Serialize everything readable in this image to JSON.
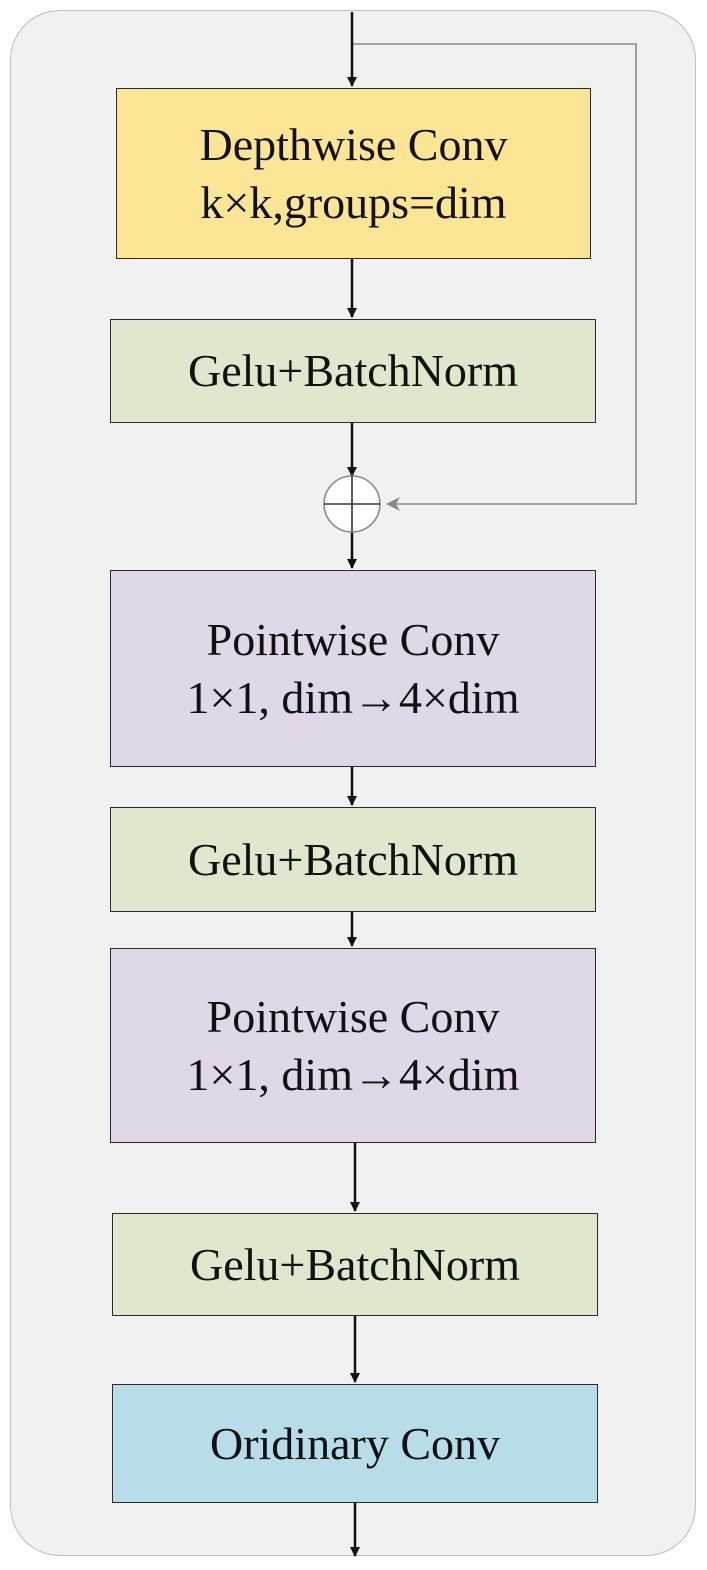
{
  "blocks": [
    {
      "lines": [
        "Depthwise Conv",
        "k×k,groups=dim"
      ],
      "color": "#fde596"
    },
    {
      "lines": [
        "Gelu+BatchNorm"
      ],
      "color": "#dde8cc"
    },
    {
      "lines": [
        "Pointwise Conv",
        "1×1,  dim→4×dim"
      ],
      "color": "#e0d7e8"
    },
    {
      "lines": [
        "Gelu+BatchNorm"
      ],
      "color": "#dde8cc"
    },
    {
      "lines": [
        "Pointwise Conv",
        "1×1,  dim→4×dim"
      ],
      "color": "#e0d7e8"
    },
    {
      "lines": [
        "Gelu+BatchNorm"
      ],
      "color": "#dde8cc"
    },
    {
      "lines": [
        "Oridinary Conv"
      ],
      "color": "#b7dde8"
    }
  ],
  "add_node": {
    "symbol": "sum-circle-icon"
  },
  "colors": {
    "arrow": "#111111",
    "skip_line": "#8a8a8a",
    "panel": "#f1f1f1",
    "panel_border": "#bdbdbd"
  }
}
